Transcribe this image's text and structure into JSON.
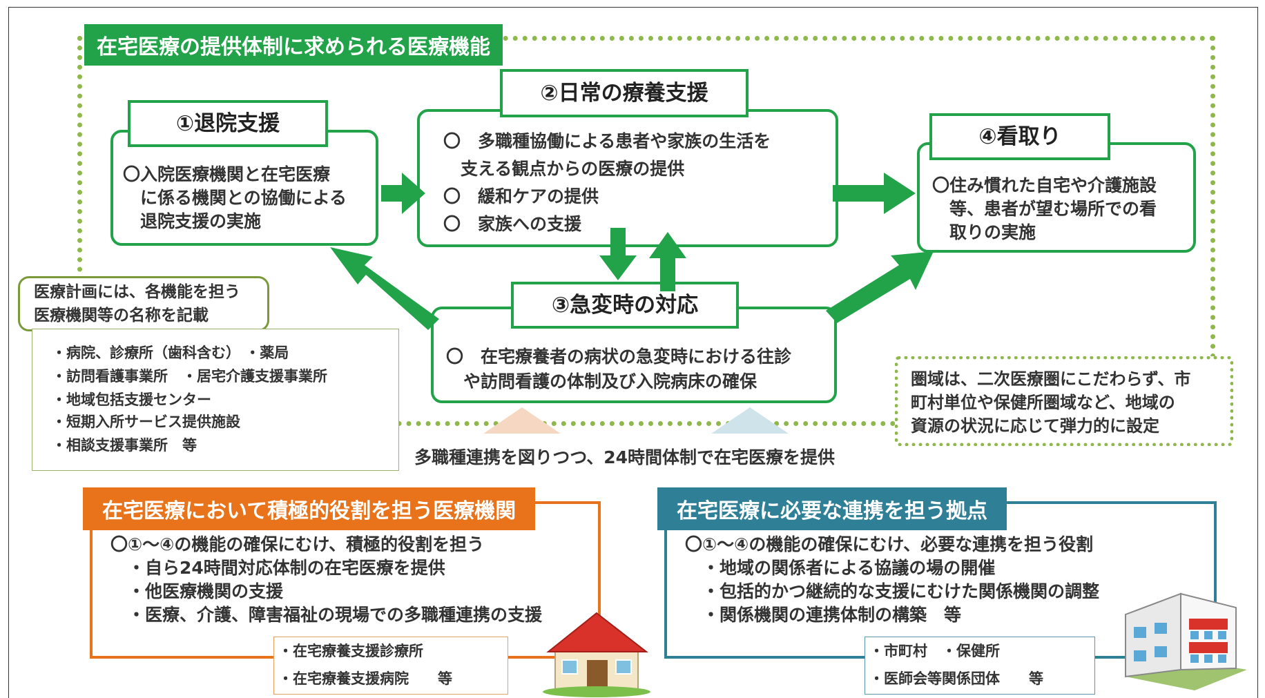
{
  "title": "在宅医療の提供体制に求められる医療機能",
  "functions": {
    "f1": {
      "label": "①退院支援",
      "lines": [
        "〇入院医療機関と在宅医療",
        "　に係る機関との協働による",
        "　退院支援の実施"
      ]
    },
    "f2": {
      "label": "②日常の療養支援",
      "lines": [
        "〇　多職種協働による患者や家族の生活を",
        "　支える観点からの医療の提供",
        "〇　緩和ケアの提供",
        "〇　家族への支援"
      ]
    },
    "f3": {
      "label": "③急変時の対応",
      "lines": [
        "〇　在宅療養者の病状の急変時における往診",
        "　や訪問看護の体制及び入院病床の確保"
      ]
    },
    "f4": {
      "label": "④看取り",
      "lines": [
        "〇住み慣れた自宅や介護施設",
        "　等、患者が望む場所での看",
        "　取りの実施"
      ]
    }
  },
  "plan_note": {
    "lines": [
      "医療計画には、各機能を担う",
      "医療機関等の名称を記載"
    ]
  },
  "facility_list": [
    "・病院、診療所（歯科含む）  ・薬局",
    "・訪問看護事業所　・居宅介護支援事業所",
    "・地域包括支援センター",
    "・短期入所サービス提供施設",
    "・相談支援事業所　等"
  ],
  "region_note": {
    "lines": [
      "圏域は、二次医療圏にこだわらず、市",
      "町村単位や保健所圏域など、地域の",
      "資源の状況に応じて弾力的に設定"
    ]
  },
  "center_caption": "多職種連携を図りつつ、24時間体制で在宅医療を提供",
  "left_bottom": {
    "title": "在宅医療において積極的役割を担う医療機関",
    "lines": [
      "〇①～④の機能の確保にむけ、積極的役割を担う",
      "　・自ら24時間対応体制の在宅医療を提供",
      "　・他医療機関の支援",
      "　・医療、介護、障害福祉の現場での多職種連携の支援"
    ],
    "sub": [
      "・在宅療養支援診療所",
      "・在宅療養支援病院　　等"
    ]
  },
  "right_bottom": {
    "title": "在宅医療に必要な連携を担う拠点",
    "lines": [
      "〇①～④の機能の確保にむけ、必要な連携を担う役割",
      "　・地域の関係者による協議の場の開催",
      "　・包括的かつ継続的な支援にむけた関係機関の調整",
      "　・関係機関の連携体制の構築　等"
    ],
    "sub": [
      "・市町村　・保健所",
      "・医師会等関係団体　　等"
    ]
  },
  "colors": {
    "green": "#22a349",
    "dotted": "#8fb84a",
    "orange": "#e8731a",
    "teal": "#2f7f96"
  },
  "icons": [
    "house-icon",
    "building-icon",
    "arrow-icon"
  ]
}
